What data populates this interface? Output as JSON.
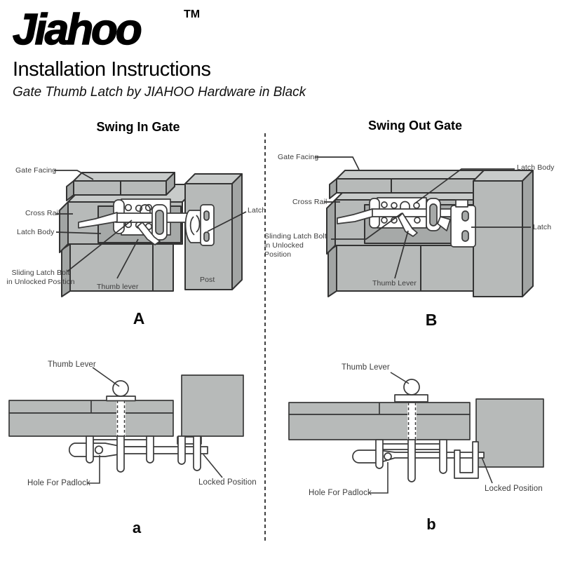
{
  "header": {
    "logo": "Jiahoo",
    "trademark": "TM",
    "title": "Installation Instructions",
    "subtitle": "Gate Thumb Latch by JIAHOO Hardware in Black"
  },
  "swing_in": {
    "section_title": "Swing In Gate",
    "figure_letter": "A",
    "labels": {
      "gate_facing": "Gate Facing",
      "cross_rail": "Cross Rail",
      "latch_body": "Latch Body",
      "sliding_bolt_1": "Sliding Latch Bolt",
      "sliding_bolt_2": "in Unlocked Position",
      "thumb_lever": "Thumb lever",
      "latch": "Latch",
      "post": "Post"
    }
  },
  "swing_out": {
    "section_title": "Swing Out Gate",
    "figure_letter": "B",
    "labels": {
      "gate_facing": "Gate Facing",
      "latch_body": "Latch Body",
      "cross_rail": "Cross Rail",
      "sliding_bolt_1": "Slinding Latch Bolt",
      "sliding_bolt_2": "in Unlocked Position",
      "latch": "Latch",
      "thumb_lever": "Thumb Lever"
    }
  },
  "swing_in_locked": {
    "figure_letter": "a",
    "labels": {
      "thumb_lever": "Thumb Lever",
      "hole_for_padlock": "Hole For Padlock",
      "locked_position": "Locked Position"
    }
  },
  "swing_out_locked": {
    "figure_letter": "b",
    "labels": {
      "thumb_lever": "Thumb Lever",
      "hole_for_padlock": "Hole For Padlock",
      "locked_position": "Locked Position"
    }
  },
  "colors": {
    "block_front_gray": "#b7bab9",
    "block_top_gray": "#c8cbca",
    "block_side_gray": "#a2a5a4",
    "recess_gray": "#a6a9a8",
    "outline": "#333333",
    "hardware_white": "#ffffff"
  }
}
